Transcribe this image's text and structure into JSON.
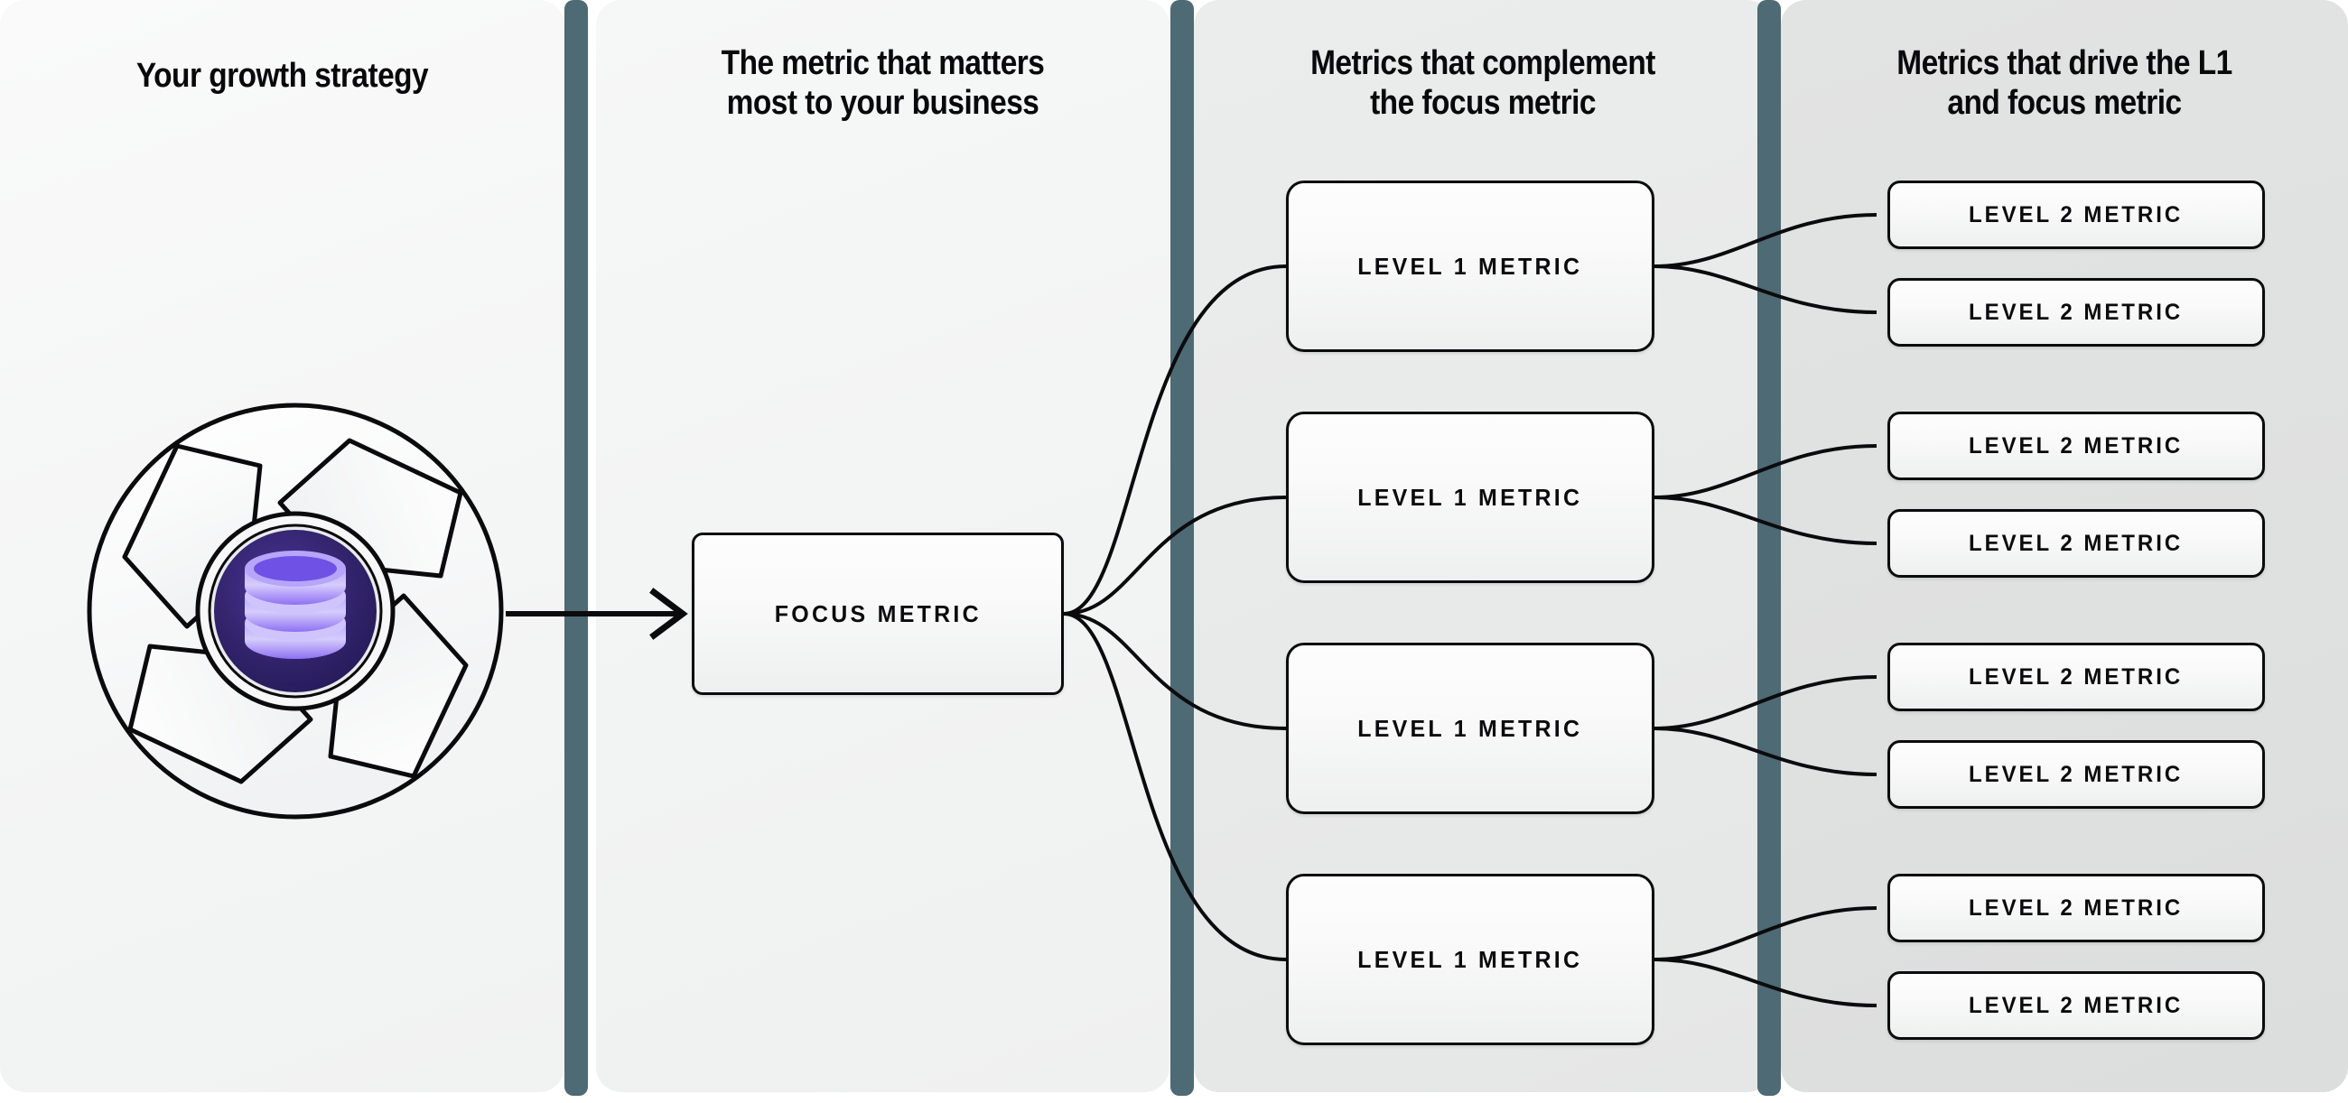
{
  "columns": [
    {
      "id": "col-strategy",
      "heading": "Your growth strategy"
    },
    {
      "id": "col-focus",
      "heading": "The metric that matters\nmost to your business"
    },
    {
      "id": "col-level1",
      "heading": "Metrics that complement\nthe focus metric"
    },
    {
      "id": "col-level2",
      "heading": "Metrics that drive the L1\nand focus metric"
    }
  ],
  "logo": {
    "name": "aperture-database-logo",
    "inner_icon": "database-icon",
    "blades": 4,
    "colors": {
      "blade_fill": "#fbfbfc",
      "outline": "#0b0b0d",
      "core_dark": "#2a1f63",
      "core_mid": "#3b2a86",
      "disc_light": "#cdc2fb",
      "disc_mid": "#8d6ff3",
      "disc_dark": "#5b3fd6"
    }
  },
  "focus_node": {
    "label": "FOCUS METRIC"
  },
  "level1_nodes": [
    {
      "label": "LEVEL 1 METRIC"
    },
    {
      "label": "LEVEL 1 METRIC"
    },
    {
      "label": "LEVEL 1 METRIC"
    },
    {
      "label": "LEVEL 1 METRIC"
    }
  ],
  "level2_nodes": [
    {
      "label": "LEVEL 2 METRIC"
    },
    {
      "label": "LEVEL 2 METRIC"
    },
    {
      "label": "LEVEL 2 METRIC"
    },
    {
      "label": "LEVEL 2 METRIC"
    },
    {
      "label": "LEVEL 2 METRIC"
    },
    {
      "label": "LEVEL 2 METRIC"
    },
    {
      "label": "LEVEL 2 METRIC"
    },
    {
      "label": "LEVEL 2 METRIC"
    }
  ],
  "palette": {
    "divider": "#4e6a74",
    "panel_1": "#f4f5f5",
    "panel_2": "#f2f3f3",
    "panel_3": "#e8e9e9",
    "panel_4": "#dfe0e0",
    "stroke": "#0b0b0d",
    "text": "#09090b"
  }
}
